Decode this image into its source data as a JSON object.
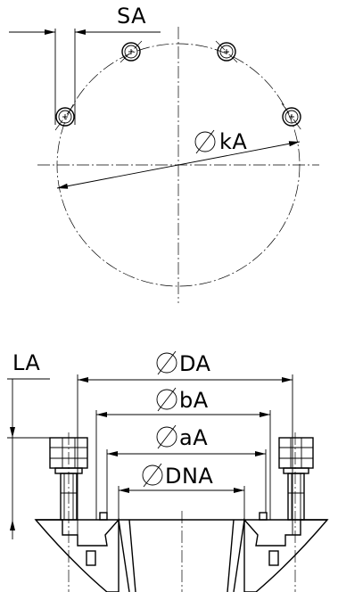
{
  "labels": {
    "sa": "SA",
    "ka": "kA",
    "la": "LA",
    "da": "DA",
    "ba": "bA",
    "aa": "aA",
    "dna": "DNA"
  },
  "symbols": {
    "diameter": "diameter-symbol"
  }
}
